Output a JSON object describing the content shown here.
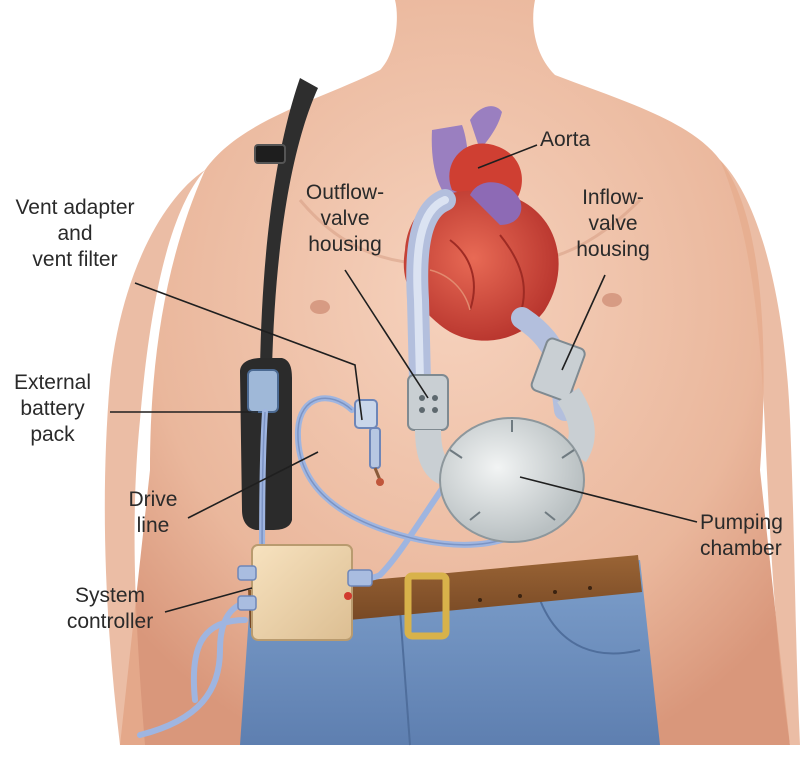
{
  "labels": {
    "vent": [
      "Vent adapter",
      "and",
      "vent filter"
    ],
    "battery": [
      "External",
      "battery",
      "pack"
    ],
    "drive": [
      "Drive",
      "line"
    ],
    "controller": [
      "System",
      "controller"
    ],
    "outflow": [
      "Outflow-",
      "valve",
      "housing"
    ],
    "aorta": [
      "Aorta"
    ],
    "inflow": [
      "Inflow-",
      "valve",
      "housing"
    ],
    "pumping": [
      "Pumping",
      "chamber"
    ]
  }
}
